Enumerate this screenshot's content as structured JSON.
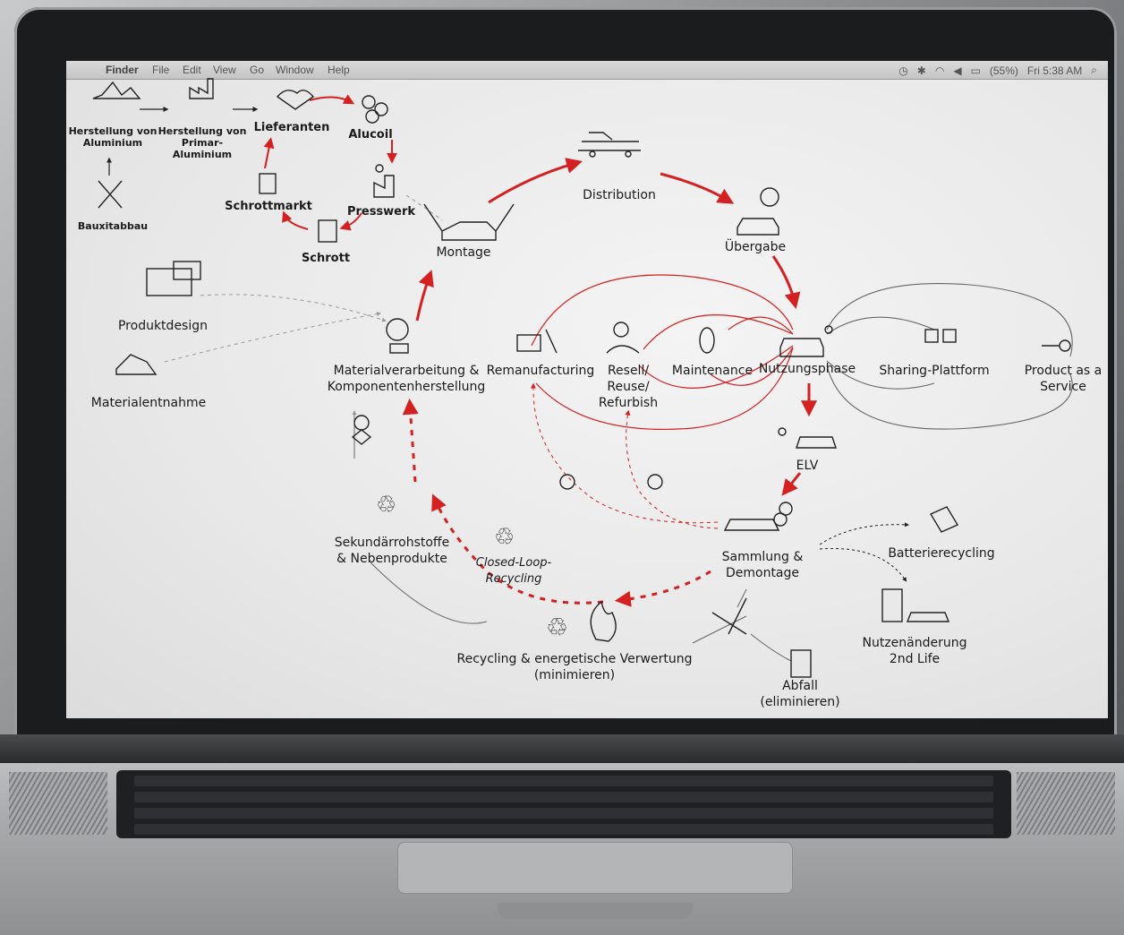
{
  "menubar": {
    "app": "Finder",
    "items": [
      "File",
      "Edit",
      "View",
      "Go",
      "Window",
      "Help"
    ],
    "battery": "(55%)",
    "clock": "Fri 5:38 AM"
  },
  "diagram": {
    "upstream": {
      "herstellung_al": [
        "Herstellung von",
        "Aluminium"
      ],
      "herstellung_primar": [
        "Herstellung von",
        "Primar-",
        "Aluminium"
      ],
      "bauxit": "Bauxitabbau",
      "lieferanten": "Lieferanten",
      "alucoil": "Alucoil",
      "presswerk": "Presswerk",
      "schrott": "Schrott",
      "schrottmarkt": "Schrottmarkt"
    },
    "produktdesign": "Produktdesign",
    "materialentnahme": "Materialentnahme",
    "montage": "Montage",
    "distribution": "Distribution",
    "uebergabe": "Übergabe",
    "materialverarbeitung": [
      "Materialverarbeitung &",
      "Komponentenherstellung"
    ],
    "remanufacturing": "Remanufacturing",
    "resell": [
      "Resell/",
      "Reuse/",
      "Refurbish"
    ],
    "maintenance": "Maintenance",
    "nutzungsphase": "Nutzungsphase",
    "sharing": "Sharing-Plattform",
    "paas": [
      "Product as a",
      "Service"
    ],
    "elv": "ELV",
    "sammlung": [
      "Sammlung &",
      "Demontage"
    ],
    "batterierecycling": "Batterierecycling",
    "nutzenaenderung": [
      "Nutzenänderung",
      "2nd Life"
    ],
    "sekundaer": [
      "Sekundärrohstoffe",
      "& Nebenprodukte"
    ],
    "closed_loop": [
      "Closed-Loop-",
      "Recycling"
    ],
    "recycling": [
      "Recycling & energetische Verwertung",
      "(minimieren)"
    ],
    "abfall": [
      "Abfall",
      "(eliminieren)"
    ]
  },
  "colors": {
    "accent": "#d42020",
    "ink": "#1a1a1a",
    "grey": "#8a8a8a"
  }
}
